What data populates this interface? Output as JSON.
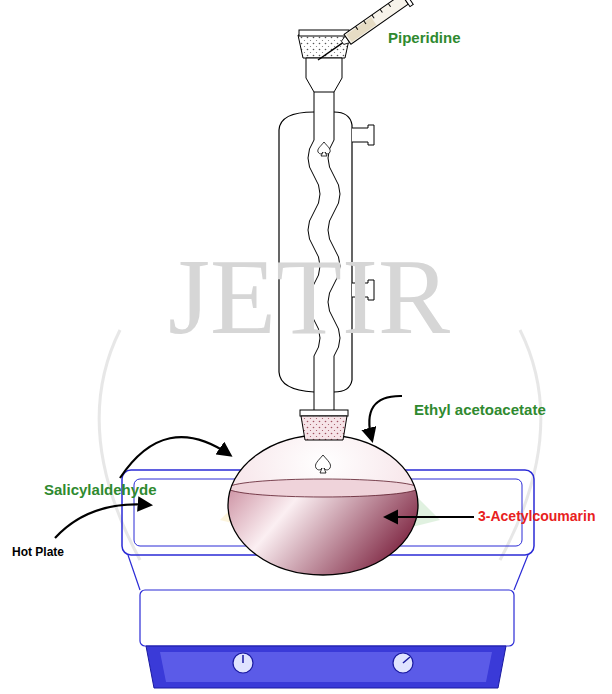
{
  "diagram": {
    "labels": [
      "Piperidine",
      "Salicylaldehyde",
      "Ethyl acetoacetate",
      "3-Acetylcoumarin",
      "Hot Plate",
      "JETIR"
    ]
  }
}
